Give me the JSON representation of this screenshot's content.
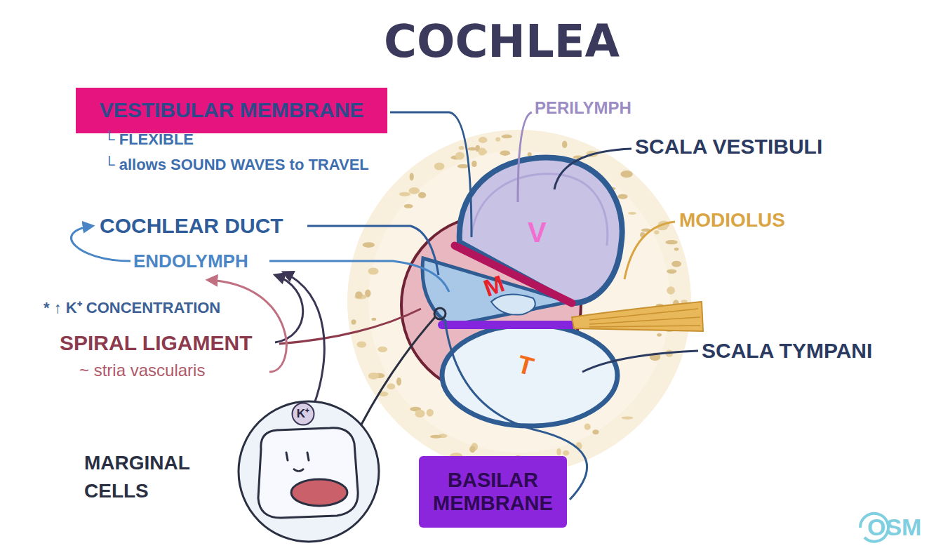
{
  "diagram": {
    "title": "COCHLEA",
    "nodes": [
      {
        "text": [
          "VESTIBULAR MEMBRANE"
        ]
      },
      {
        "text": [
          "BASILAR MEMBRANE"
        ]
      },
      {
        "text": [
          "K⁺"
        ]
      }
    ],
    "labels": [
      "└ FLEXIBLE",
      "└ allows SOUND WAVES to TRAVEL",
      "PERILYMPH",
      "SCALA VESTIBULI",
      "MODIOLUS",
      "COCHLEAR DUCT",
      "ENDOLYMPH",
      "* ↑ K⁺ CONCENTRATION",
      "SPIRAL LIGAMENT",
      "~ stria vascularis",
      "MARGINAL CELLS",
      "SCALA TYMPANI",
      "V",
      "M",
      "T",
      "OSM"
    ]
  }
}
